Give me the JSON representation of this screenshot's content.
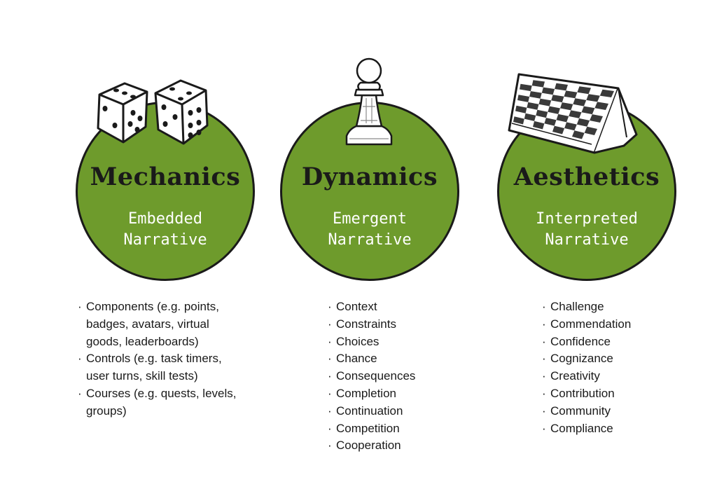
{
  "pillars": [
    {
      "title": "Mechanics",
      "subtitle": [
        "Embedded",
        "Narrative"
      ],
      "icon": "dice-icon",
      "items": [
        "Components (e.g. points, badges, avatars, virtual goods, leaderboards)",
        "Controls (e.g. task timers, user turns, skill tests)",
        "Courses (e.g. quests, levels, groups)"
      ]
    },
    {
      "title": "Dynamics",
      "subtitle": [
        "Emergent",
        "Narrative"
      ],
      "icon": "chess-pawn-icon",
      "items": [
        "Context",
        "Constraints",
        "Choices",
        "Chance",
        "Consequences",
        "Completion",
        "Continuation",
        "Competition",
        "Cooperation"
      ]
    },
    {
      "title": "Aesthetics",
      "subtitle": [
        "Interpreted",
        "Narrative"
      ],
      "icon": "chessboard-icon",
      "items": [
        "Challenge",
        "Commendation",
        "Confidence",
        "Cognizance",
        "Creativity",
        "Contribution",
        "Community",
        "Compliance"
      ]
    }
  ],
  "colors": {
    "circle": "#6e9b2c",
    "outline": "#1a1a1a",
    "subtitle": "#ffffff"
  }
}
